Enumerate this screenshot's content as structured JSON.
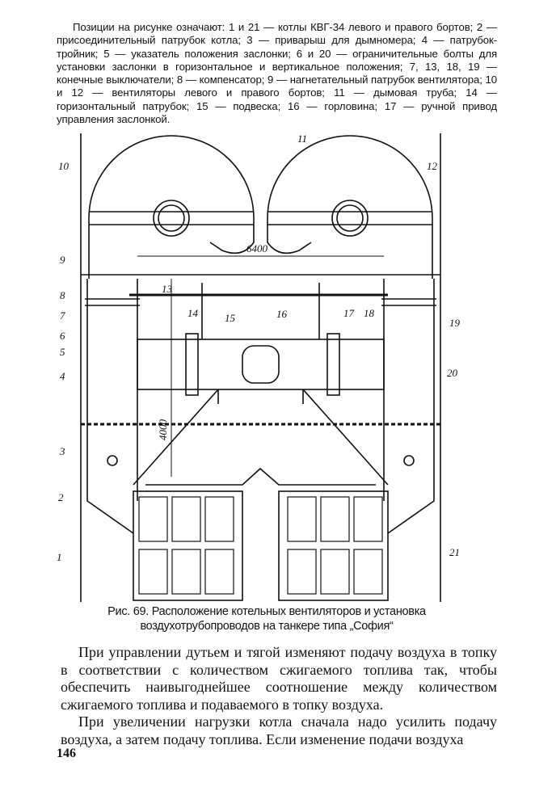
{
  "legend": "Позиции на рисунке означают: 1 и 21 — котлы КВГ-34 левого и правого бортов; 2 — присоединительный патрубок котла; 3 — приварыш для дымномера; 4 — патрубок-тройник; 5 — указатель положения заслонки; 6 и 20 — ограничительные болты для установки заслонки в горизонтальное и вертикальное положения; 7, 13, 18, 19 — конечные выключатели; 8 — компенсатор; 9 — нагнетательный патрубок вентилятора; 10 и 12 — вентиляторы левого и правого бортов; 11 — дымовая труба; 14 — горизонтальный патрубок; 15 — подвеска; 16 — горловина; 17 — ручной привод управления заслонкой.",
  "figure": {
    "labels": [
      "1",
      "2",
      "3",
      "4",
      "5",
      "6",
      "7",
      "8",
      "9",
      "10",
      "11",
      "12",
      "13",
      "14",
      "15",
      "16",
      "17",
      "18",
      "19",
      "20",
      "21"
    ],
    "dim_width": "6400",
    "dim_height": "4000"
  },
  "caption": "Рис. 69. Расположение котельных вентиляторов и установка воздухотрубопроводов на танкере типа „София“",
  "body": [
    "При управлении дутьем и тягой изменяют подачу воздуха в топку в соответствии с количеством сжигаемого топлива так, чтобы обеспечить наивыгоднейшее соотношение между количеством сжигаемого топлива и подаваемого в топку воздуха.",
    "При увеличении нагрузки котла сначала надо усилить подачу воздуха, а затем подачу топлива. Если изменение подачи воздуха"
  ],
  "page_number": "146"
}
